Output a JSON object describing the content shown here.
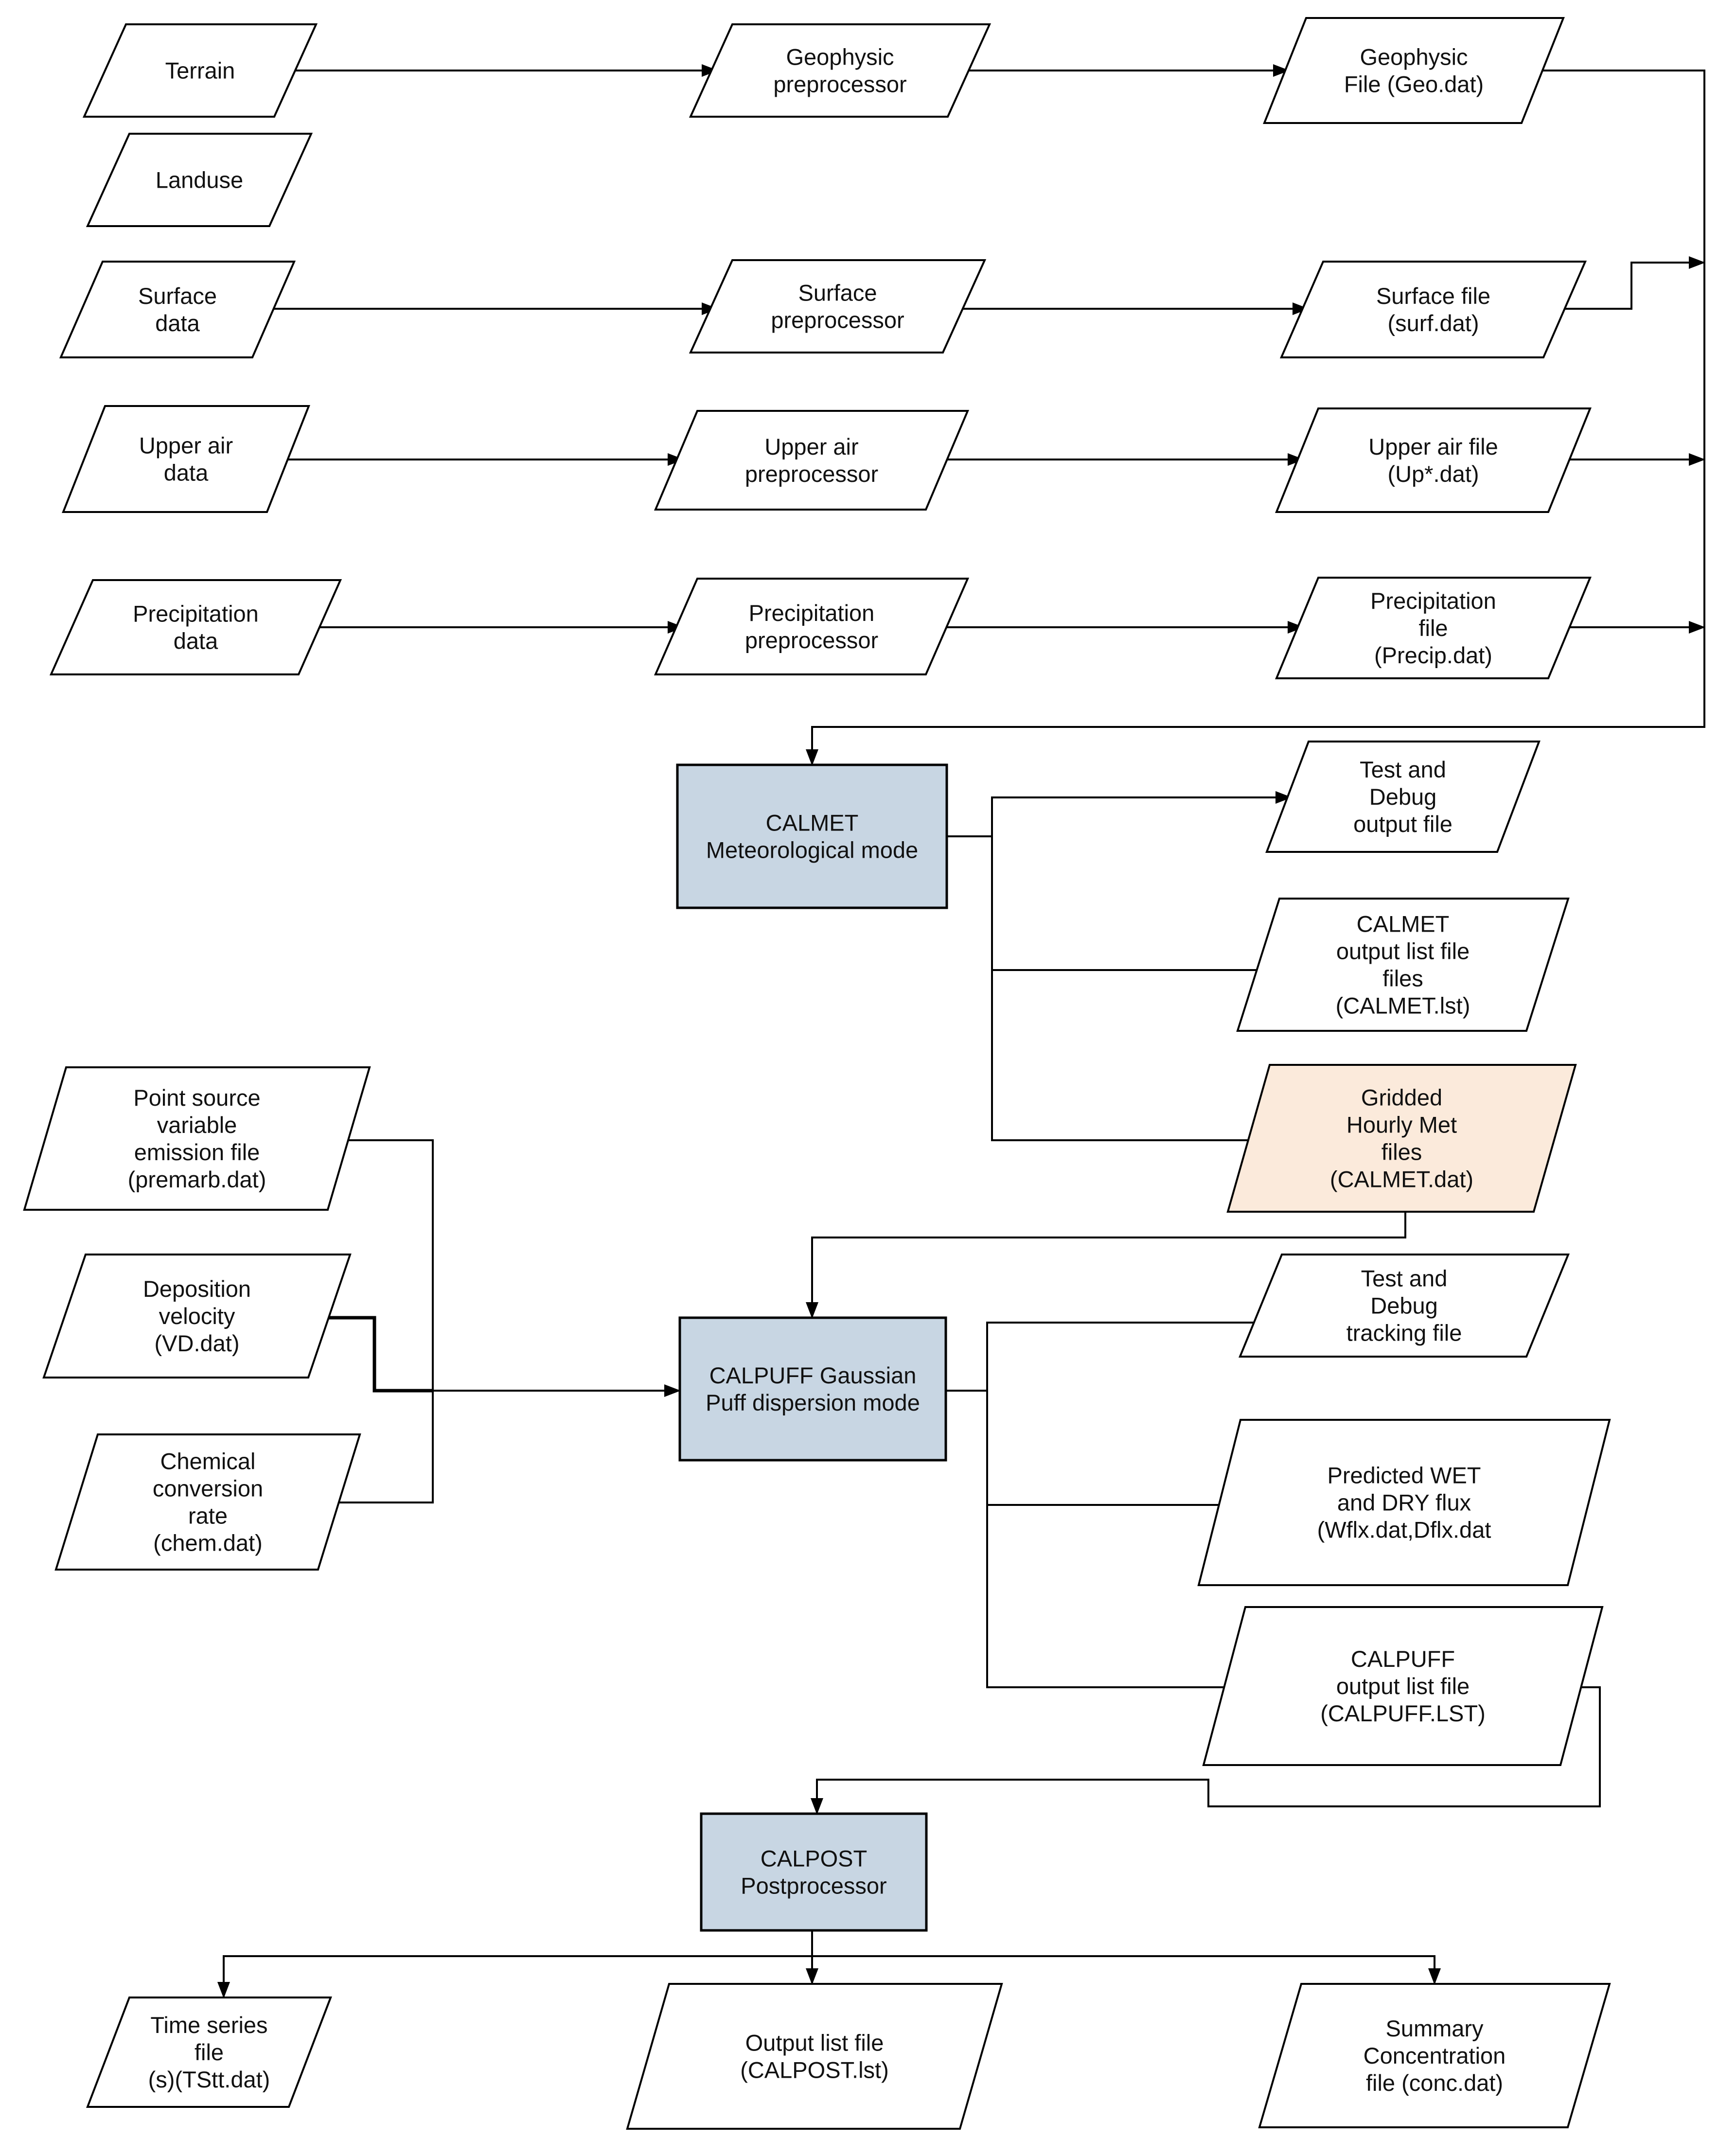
{
  "nodes": [
    {
      "id": "terrain",
      "kind": "io",
      "lines": [
        "Terrain"
      ]
    },
    {
      "id": "landuse",
      "kind": "io",
      "lines": [
        "Landuse"
      ]
    },
    {
      "id": "surface-data",
      "kind": "io",
      "lines": [
        "Surface",
        "data"
      ]
    },
    {
      "id": "upper-air-data",
      "kind": "io",
      "lines": [
        "Upper air",
        "data"
      ]
    },
    {
      "id": "precipitation-data",
      "kind": "io",
      "lines": [
        "Precipitation",
        "data"
      ]
    },
    {
      "id": "geophysic-preprocessor",
      "kind": "io",
      "lines": [
        "Geophysic",
        "preprocessor"
      ]
    },
    {
      "id": "surface-preprocessor",
      "kind": "io",
      "lines": [
        "Surface",
        "preprocessor"
      ]
    },
    {
      "id": "upper-air-preprocessor",
      "kind": "io",
      "lines": [
        "Upper air",
        "preprocessor"
      ]
    },
    {
      "id": "precipitation-preprocessor",
      "kind": "io",
      "lines": [
        "Precipitation",
        "preprocessor"
      ]
    },
    {
      "id": "geophysic-file",
      "kind": "io",
      "lines": [
        "Geophysic",
        "File (Geo.dat)"
      ]
    },
    {
      "id": "surface-file",
      "kind": "io",
      "lines": [
        "Surface file",
        "(surf.dat)"
      ]
    },
    {
      "id": "upper-air-file",
      "kind": "io",
      "lines": [
        "Upper air file",
        "(Up*.dat)"
      ]
    },
    {
      "id": "precipitation-file",
      "kind": "io",
      "lines": [
        "Precipitation",
        "file",
        "(Precip.dat)"
      ]
    },
    {
      "id": "calmet",
      "kind": "process",
      "lines": [
        "CALMET",
        "Meteorological mode"
      ]
    },
    {
      "id": "calmet-test-debug",
      "kind": "io",
      "lines": [
        "Test and",
        "Debug",
        "output file"
      ]
    },
    {
      "id": "calmet-list-file",
      "kind": "io",
      "lines": [
        "CALMET",
        "output list file",
        "files",
        "(CALMET.lst)"
      ]
    },
    {
      "id": "gridded-met-files",
      "kind": "io",
      "highlight": true,
      "lines": [
        "Gridded",
        "Hourly Met",
        "files",
        "(CALMET.dat)"
      ]
    },
    {
      "id": "point-source-file",
      "kind": "io",
      "lines": [
        "Point  source",
        "variable",
        "emission file",
        "(premarb.dat)"
      ]
    },
    {
      "id": "deposition-velocity",
      "kind": "io",
      "lines": [
        "Deposition",
        "velocity",
        "(VD.dat)"
      ]
    },
    {
      "id": "chemical-conversion",
      "kind": "io",
      "lines": [
        "Chemical",
        "conversion",
        "rate",
        "(chem.dat)"
      ]
    },
    {
      "id": "calpuff",
      "kind": "process",
      "lines": [
        "CALPUFF Gaussian",
        "Puff dispersion mode"
      ]
    },
    {
      "id": "calpuff-test-debug",
      "kind": "io",
      "lines": [
        "Test and",
        "Debug",
        "tracking file"
      ]
    },
    {
      "id": "wet-dry-flux",
      "kind": "io",
      "lines": [
        "Predicted WET",
        "and DRY flux",
        "(Wflx.dat,Dflx.dat"
      ]
    },
    {
      "id": "calpuff-list-file",
      "kind": "io",
      "lines": [
        "CALPUFF",
        "output list file",
        "(CALPUFF.LST)"
      ]
    },
    {
      "id": "calpost",
      "kind": "process",
      "lines": [
        "CALPOST",
        "Postprocessor"
      ]
    },
    {
      "id": "time-series-file",
      "kind": "io",
      "lines": [
        "Time series",
        "file",
        "(s)(TStt.dat)"
      ]
    },
    {
      "id": "calpost-list-file",
      "kind": "io",
      "lines": [
        "Output list file",
        "(CALPOST.lst)"
      ]
    },
    {
      "id": "summary-concentration",
      "kind": "io",
      "lines": [
        "Summary",
        "Concentration",
        "file (conc.dat)"
      ]
    }
  ],
  "edges": [
    {
      "from": "terrain",
      "to": "geophysic-preprocessor"
    },
    {
      "from": "geophysic-preprocessor",
      "to": "geophysic-file"
    },
    {
      "from": "surface-data",
      "to": "surface-preprocessor"
    },
    {
      "from": "surface-preprocessor",
      "to": "surface-file"
    },
    {
      "from": "upper-air-data",
      "to": "upper-air-preprocessor"
    },
    {
      "from": "upper-air-preprocessor",
      "to": "upper-air-file"
    },
    {
      "from": "precipitation-data",
      "to": "precipitation-preprocessor"
    },
    {
      "from": "precipitation-preprocessor",
      "to": "precipitation-file"
    },
    {
      "from": "geophysic-file",
      "to": "calmet"
    },
    {
      "from": "surface-file",
      "to": "calmet"
    },
    {
      "from": "upper-air-file",
      "to": "calmet"
    },
    {
      "from": "precipitation-file",
      "to": "calmet"
    },
    {
      "from": "calmet",
      "to": "calmet-test-debug"
    },
    {
      "from": "calmet",
      "to": "calmet-list-file"
    },
    {
      "from": "calmet",
      "to": "gridded-met-files"
    },
    {
      "from": "gridded-met-files",
      "to": "calpuff"
    },
    {
      "from": "point-source-file",
      "to": "calpuff"
    },
    {
      "from": "deposition-velocity",
      "to": "calpuff"
    },
    {
      "from": "chemical-conversion",
      "to": "calpuff"
    },
    {
      "from": "calpuff",
      "to": "calpuff-test-debug"
    },
    {
      "from": "calpuff",
      "to": "wet-dry-flux"
    },
    {
      "from": "calpuff",
      "to": "calpuff-list-file"
    },
    {
      "from": "calpuff-list-file",
      "to": "calpost"
    },
    {
      "from": "calpost",
      "to": "time-series-file"
    },
    {
      "from": "calpost",
      "to": "calpost-list-file"
    },
    {
      "from": "calpost",
      "to": "summary-concentration"
    }
  ]
}
